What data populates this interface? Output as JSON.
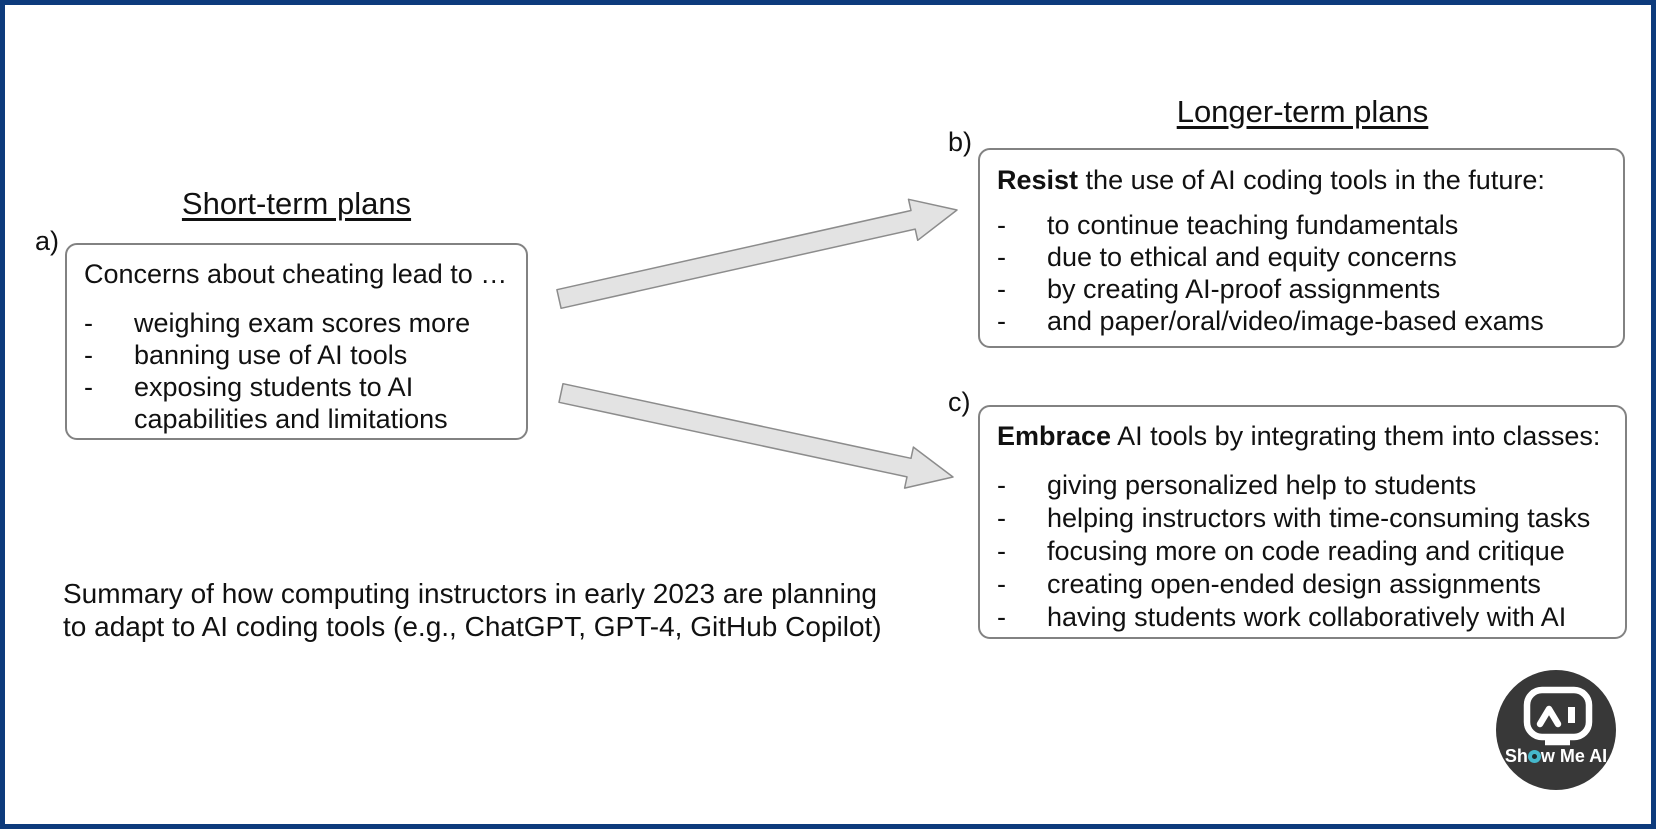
{
  "ui": {
    "dash": "-"
  },
  "page": {
    "border_color": "#0d3b7c",
    "background_color": "#ffffff"
  },
  "left_section": {
    "heading": "Short-term plans",
    "label": "a)",
    "box": {
      "intro": "Concerns about cheating lead to …",
      "bullets": [
        "weighing exam scores more",
        "banning use of AI tools",
        "exposing students to AI capabilities and limitations"
      ]
    }
  },
  "right_section": {
    "heading": "Longer-term plans",
    "resist": {
      "label": "b)",
      "lead": "Resist",
      "intro_rest": " the use of AI coding tools in the future:",
      "bullets": [
        "to continue teaching fundamentals",
        "due to ethical and equity concerns",
        "by creating AI-proof assignments",
        "and paper/oral/video/image-based exams"
      ]
    },
    "embrace": {
      "label": "c)",
      "lead": "Embrace",
      "intro_rest": " AI tools by integrating them into classes:",
      "bullets": [
        "giving personalized help to students",
        "helping instructors with time-consuming tasks",
        "focusing more on code reading and critique",
        "creating open-ended design assignments",
        "having students work collaboratively with AI"
      ]
    }
  },
  "caption": {
    "line1": "Summary of how computing instructors in early 2023 are planning",
    "line2": "to adapt to AI coding tools (e.g., ChatGPT, GPT-4, GitHub Copilot)"
  },
  "arrows": {
    "fill": "#e3e3e3",
    "stroke": "#8c8c8c"
  },
  "logo": {
    "text": "Show Me AI",
    "text_prefix": "Sh",
    "text_suffix": "w Me AI",
    "circle_color": "#383838",
    "accent_color": "#45b8cc"
  }
}
